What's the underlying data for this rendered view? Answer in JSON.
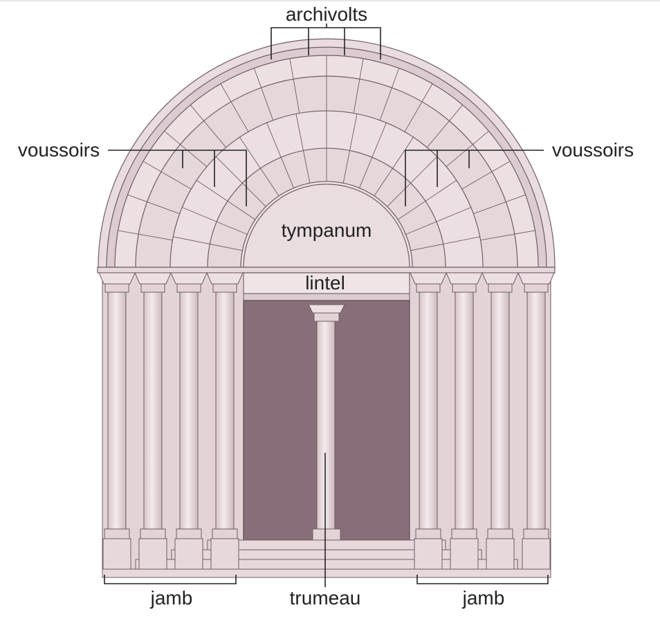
{
  "labels": {
    "archivolts": "archivolts",
    "voussoirs_left": "voussoirs",
    "voussoirs_right": "voussoirs",
    "tympanum": "tympanum",
    "lintel": "lintel",
    "trumeau": "trumeau",
    "jamb_left": "jamb",
    "jamb_right": "jamb"
  },
  "colors": {
    "stone": "#e7d8dc",
    "stone_light": "#f2e8ea",
    "stone_shade": "#d3bfc4",
    "door": "#876e79",
    "outline": "#6f5c62",
    "leader": "#222222"
  }
}
